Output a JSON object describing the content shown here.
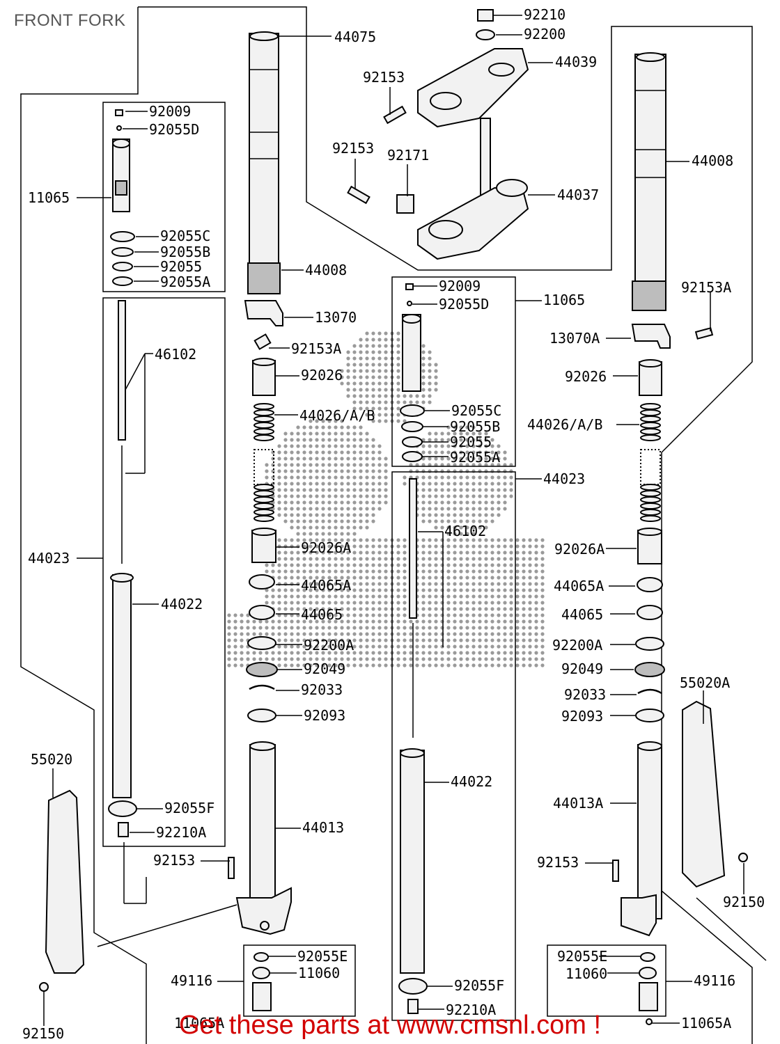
{
  "title": "FRONT FORK",
  "footer": "Get these parts at www.cmsnl.com !",
  "labels": {
    "l_92210": "92210",
    "l_92200": "92200",
    "l_44075": "44075",
    "l_44039": "44039",
    "l_92153_top": "92153",
    "l_92153_mid": "92153",
    "l_92171": "92171",
    "l_44037": "44037",
    "l_44008_right": "44008",
    "l_92009_left": "92009",
    "l_92055D_left": "92055D",
    "l_11065_left": "11065",
    "l_92055C_left": "92055C",
    "l_92055B_left": "92055B",
    "l_92055_left": "92055",
    "l_92055A_left": "92055A",
    "l_44008_center": "44008",
    "l_13070": "13070",
    "l_92153A_center": "92153A",
    "l_92026_center": "92026",
    "l_44026_center": "44026/A/B",
    "l_46102_left": "46102",
    "l_92009_center": "92009",
    "l_92055D_center": "92055D",
    "l_11065_center": "11065",
    "l_92055C_center": "92055C",
    "l_92055B_center": "92055B",
    "l_92055_center": "92055",
    "l_92055A_center": "92055A",
    "l_92153A_right": "92153A",
    "l_13070A": "13070A",
    "l_92026_right": "92026",
    "l_44026_right": "44026/A/B",
    "l_44023_center": "44023",
    "l_46102_center": "46102",
    "l_44023_left": "44023",
    "l_92026A_center": "92026A",
    "l_92026A_right": "92026A",
    "l_44065A_center": "44065A",
    "l_44065A_right": "44065A",
    "l_44022_left": "44022",
    "l_44065_center": "44065",
    "l_44065_right": "44065",
    "l_92200A_center": "92200A",
    "l_92200A_right": "92200A",
    "l_92049_center": "92049",
    "l_92049_right": "92049",
    "l_92033_center": "92033",
    "l_92033_right": "92033",
    "l_55020A": "55020A",
    "l_92093_center": "92093",
    "l_92093_right": "92093",
    "l_55020": "55020",
    "l_44022_center": "44022",
    "l_44013A": "44013A",
    "l_92055F_left": "92055F",
    "l_44013": "44013",
    "l_92210A_left": "92210A",
    "l_92153_lower": "92153",
    "l_92153_lower_right": "92153",
    "l_92150_right": "92150",
    "l_92055E_center": "92055E",
    "l_92055E_right": "92055E",
    "l_11060_center": "11060",
    "l_11060_right": "11060",
    "l_49116_center": "49116",
    "l_49116_right": "49116",
    "l_92055F_center": "92055F",
    "l_92210A_center": "92210A",
    "l_92150_left": "92150",
    "l_11065A_center": "11065A",
    "l_11065A_right": "11065A"
  }
}
